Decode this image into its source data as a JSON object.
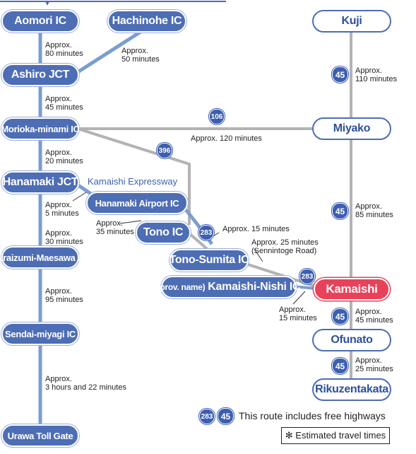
{
  "nodes": {
    "aomori": "Aomori IC",
    "hachinohe": "Hachinohe IC",
    "ashiro": "Ashiro JCT",
    "morioka": "Morioka-minami IC",
    "hanamaki_jct": "Hanamaki JCT",
    "hanamaki_airport": "Hanamaki Airport IC",
    "tono": "Tono IC",
    "tono_sumita": "Tono-Sumita IC",
    "kamaishi_nishi_prefix": "(prov. name)",
    "kamaishi_nishi": "Kamaishi-Nishi IC",
    "hiraizumi": "Hiraizumi-Maesawa IC",
    "sendai": "Sendai-miyagi IC",
    "urawa": "Urawa Toll Gate",
    "kuji": "Kuji",
    "miyako": "Miyako",
    "kamaishi": "Kamaishi",
    "ofunato": "Ofunato",
    "rikuzentakata": "Rikuzentakata"
  },
  "expressway_label": "Kamaishi Expressway",
  "times": {
    "aomori_ashiro": "Approx.\n80 minutes",
    "hachinohe_ashiro": "Approx.\n50 minutes",
    "ashiro_morioka": "Approx.\n45 minutes",
    "morioka_miyako": "Approx. 120 minutes",
    "morioka_hanamaki": "Approx.\n20 minutes",
    "hanamaki_airport": "Approx.\n5 minutes",
    "hanamaki_hiraizumi": "Approx.\n30 minutes",
    "airport_tono": "Approx.\n35 minutes",
    "tono_sumita": "Approx. 15 minutes",
    "sumita_kamaishi": "Approx. 25 minutes\n(Sennintoge Road)",
    "nishi_kamaishi": "Approx.\n15 minutes",
    "hiraizumi_sendai": "Approx.\n95 minutes",
    "sendai_urawa": "Approx.\n3 hours and 22 minutes",
    "kuji_miyako": "Approx.\n110 minutes",
    "miyako_kamaishi": "Approx.\n85 minutes",
    "kamaishi_ofunato": "Approx.\n45 minutes",
    "ofunato_rikuzentakata": "Approx.\n25 minutes"
  },
  "routes": {
    "r106": "106",
    "r396": "396",
    "r283a": "283",
    "r283b": "283",
    "r45a": "45",
    "r45b": "45",
    "r45c": "45",
    "r45d": "45"
  },
  "legend": {
    "shield1": "283",
    "shield2": "45",
    "text": "This route includes free highways"
  },
  "note": "✻ Estimated travel times",
  "colors": {
    "expressway_line": "#6f94cc",
    "national_route_line": "#b3b3b3",
    "node_blue": "#4d6db5",
    "node_red": "#e8425a",
    "shield_blue": "#3c5eb0"
  }
}
